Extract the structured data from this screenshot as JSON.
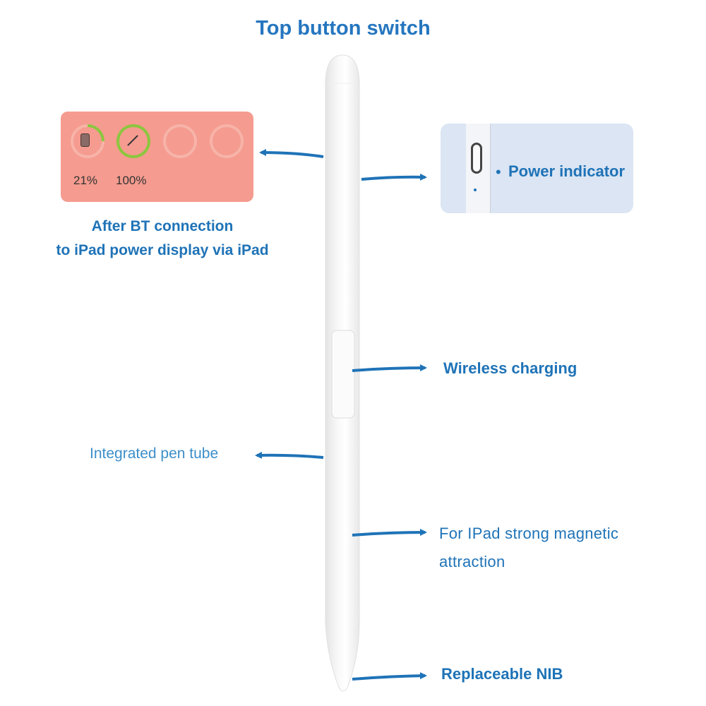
{
  "title": "Top button switch",
  "battery_panel": {
    "ipad_percent": "21%",
    "pencil_percent": "100%",
    "ring_fill_colour": "#8cc63f",
    "panel_colour": "#f59b8f"
  },
  "battery_caption_line1": "After BT connection",
  "battery_caption_line2": "to iPad power display via iPad",
  "power_indicator": "Power indicator",
  "wireless_charging": "Wireless charging",
  "integrated_pen_tube": "Integrated pen tube",
  "magnetic_line1": "For IPad strong magnetic",
  "magnetic_line2": "attraction",
  "replaceable_nib": "Replaceable NIB",
  "accent_colour": "#1f73b7"
}
